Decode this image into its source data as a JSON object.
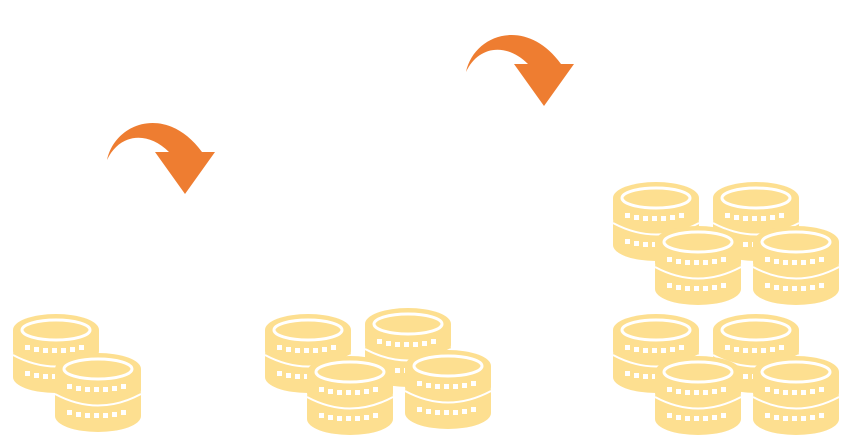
{
  "colors": {
    "coin": "#FDDF90",
    "arrow": "#EE7D31",
    "background": "#FFFFFF"
  },
  "icons": {
    "coin": "coin-stack-icon",
    "arrow": "curved-arrow-icon"
  },
  "groups": [
    {
      "name": "coin-group-small",
      "stacks": 2
    },
    {
      "name": "coin-group-medium",
      "stacks": 4
    },
    {
      "name": "coin-group-large",
      "stacks": 8
    }
  ],
  "arrows": [
    {
      "name": "growth-arrow-1"
    },
    {
      "name": "growth-arrow-2"
    }
  ]
}
